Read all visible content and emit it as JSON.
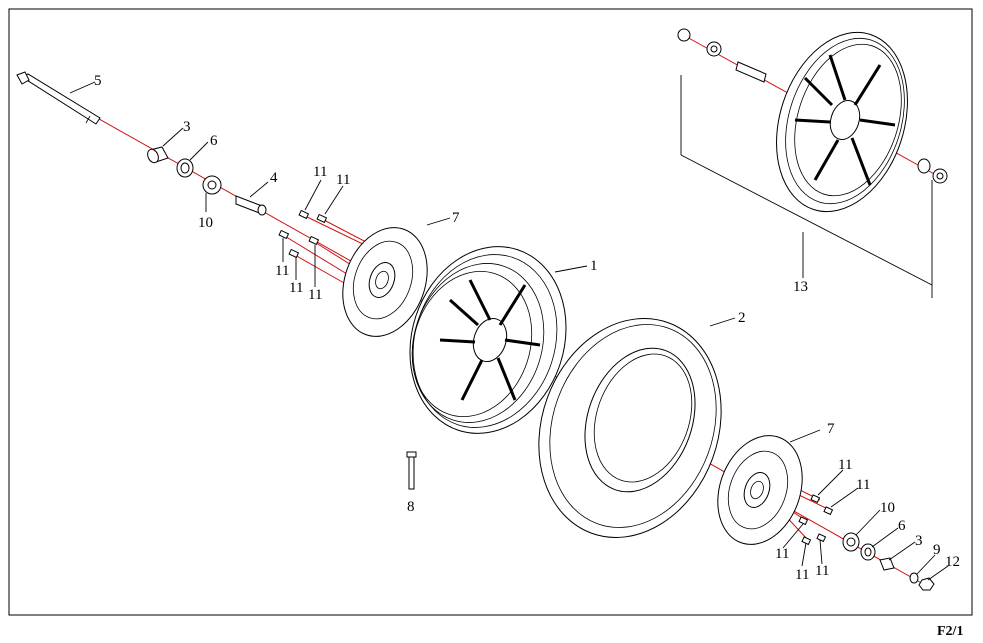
{
  "diagram": {
    "page_code": "F2/1",
    "callouts": [
      {
        "id": "label-5",
        "text": "5"
      },
      {
        "id": "label-3-left",
        "text": "3"
      },
      {
        "id": "label-6-left",
        "text": "6"
      },
      {
        "id": "label-10-left",
        "text": "10"
      },
      {
        "id": "label-4",
        "text": "4"
      },
      {
        "id": "label-11-a",
        "text": "11"
      },
      {
        "id": "label-11-b",
        "text": "11"
      },
      {
        "id": "label-11-c",
        "text": "11"
      },
      {
        "id": "label-11-d",
        "text": "11"
      },
      {
        "id": "label-11-e",
        "text": "11"
      },
      {
        "id": "label-7-left",
        "text": "7"
      },
      {
        "id": "label-1",
        "text": "1"
      },
      {
        "id": "label-2",
        "text": "2"
      },
      {
        "id": "label-13",
        "text": "13"
      },
      {
        "id": "label-8",
        "text": "8"
      },
      {
        "id": "label-7-right",
        "text": "7"
      },
      {
        "id": "label-11-f",
        "text": "11"
      },
      {
        "id": "label-11-g",
        "text": "11"
      },
      {
        "id": "label-10-right",
        "text": "10"
      },
      {
        "id": "label-6-right",
        "text": "6"
      },
      {
        "id": "label-3-right",
        "text": "3"
      },
      {
        "id": "label-9",
        "text": "9"
      },
      {
        "id": "label-12",
        "text": "12"
      },
      {
        "id": "label-11-h",
        "text": "11"
      },
      {
        "id": "label-11-i",
        "text": "11"
      },
      {
        "id": "label-11-j",
        "text": "11"
      }
    ]
  }
}
